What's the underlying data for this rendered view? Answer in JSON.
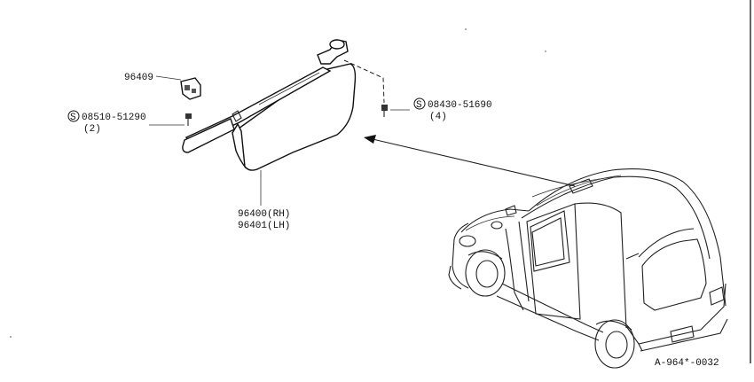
{
  "diagram": {
    "labels": {
      "bracket_part": "96409",
      "screw_left_spec": "08510-51290",
      "screw_left_qty": "(2)",
      "screw_right_spec": "08430-51690",
      "screw_right_qty": "(4)",
      "visor_rh": "96400(RH)",
      "visor_lh": "96401(LH)",
      "figure_code": "A-964*-0032",
      "standard_part_mark": "S"
    }
  }
}
